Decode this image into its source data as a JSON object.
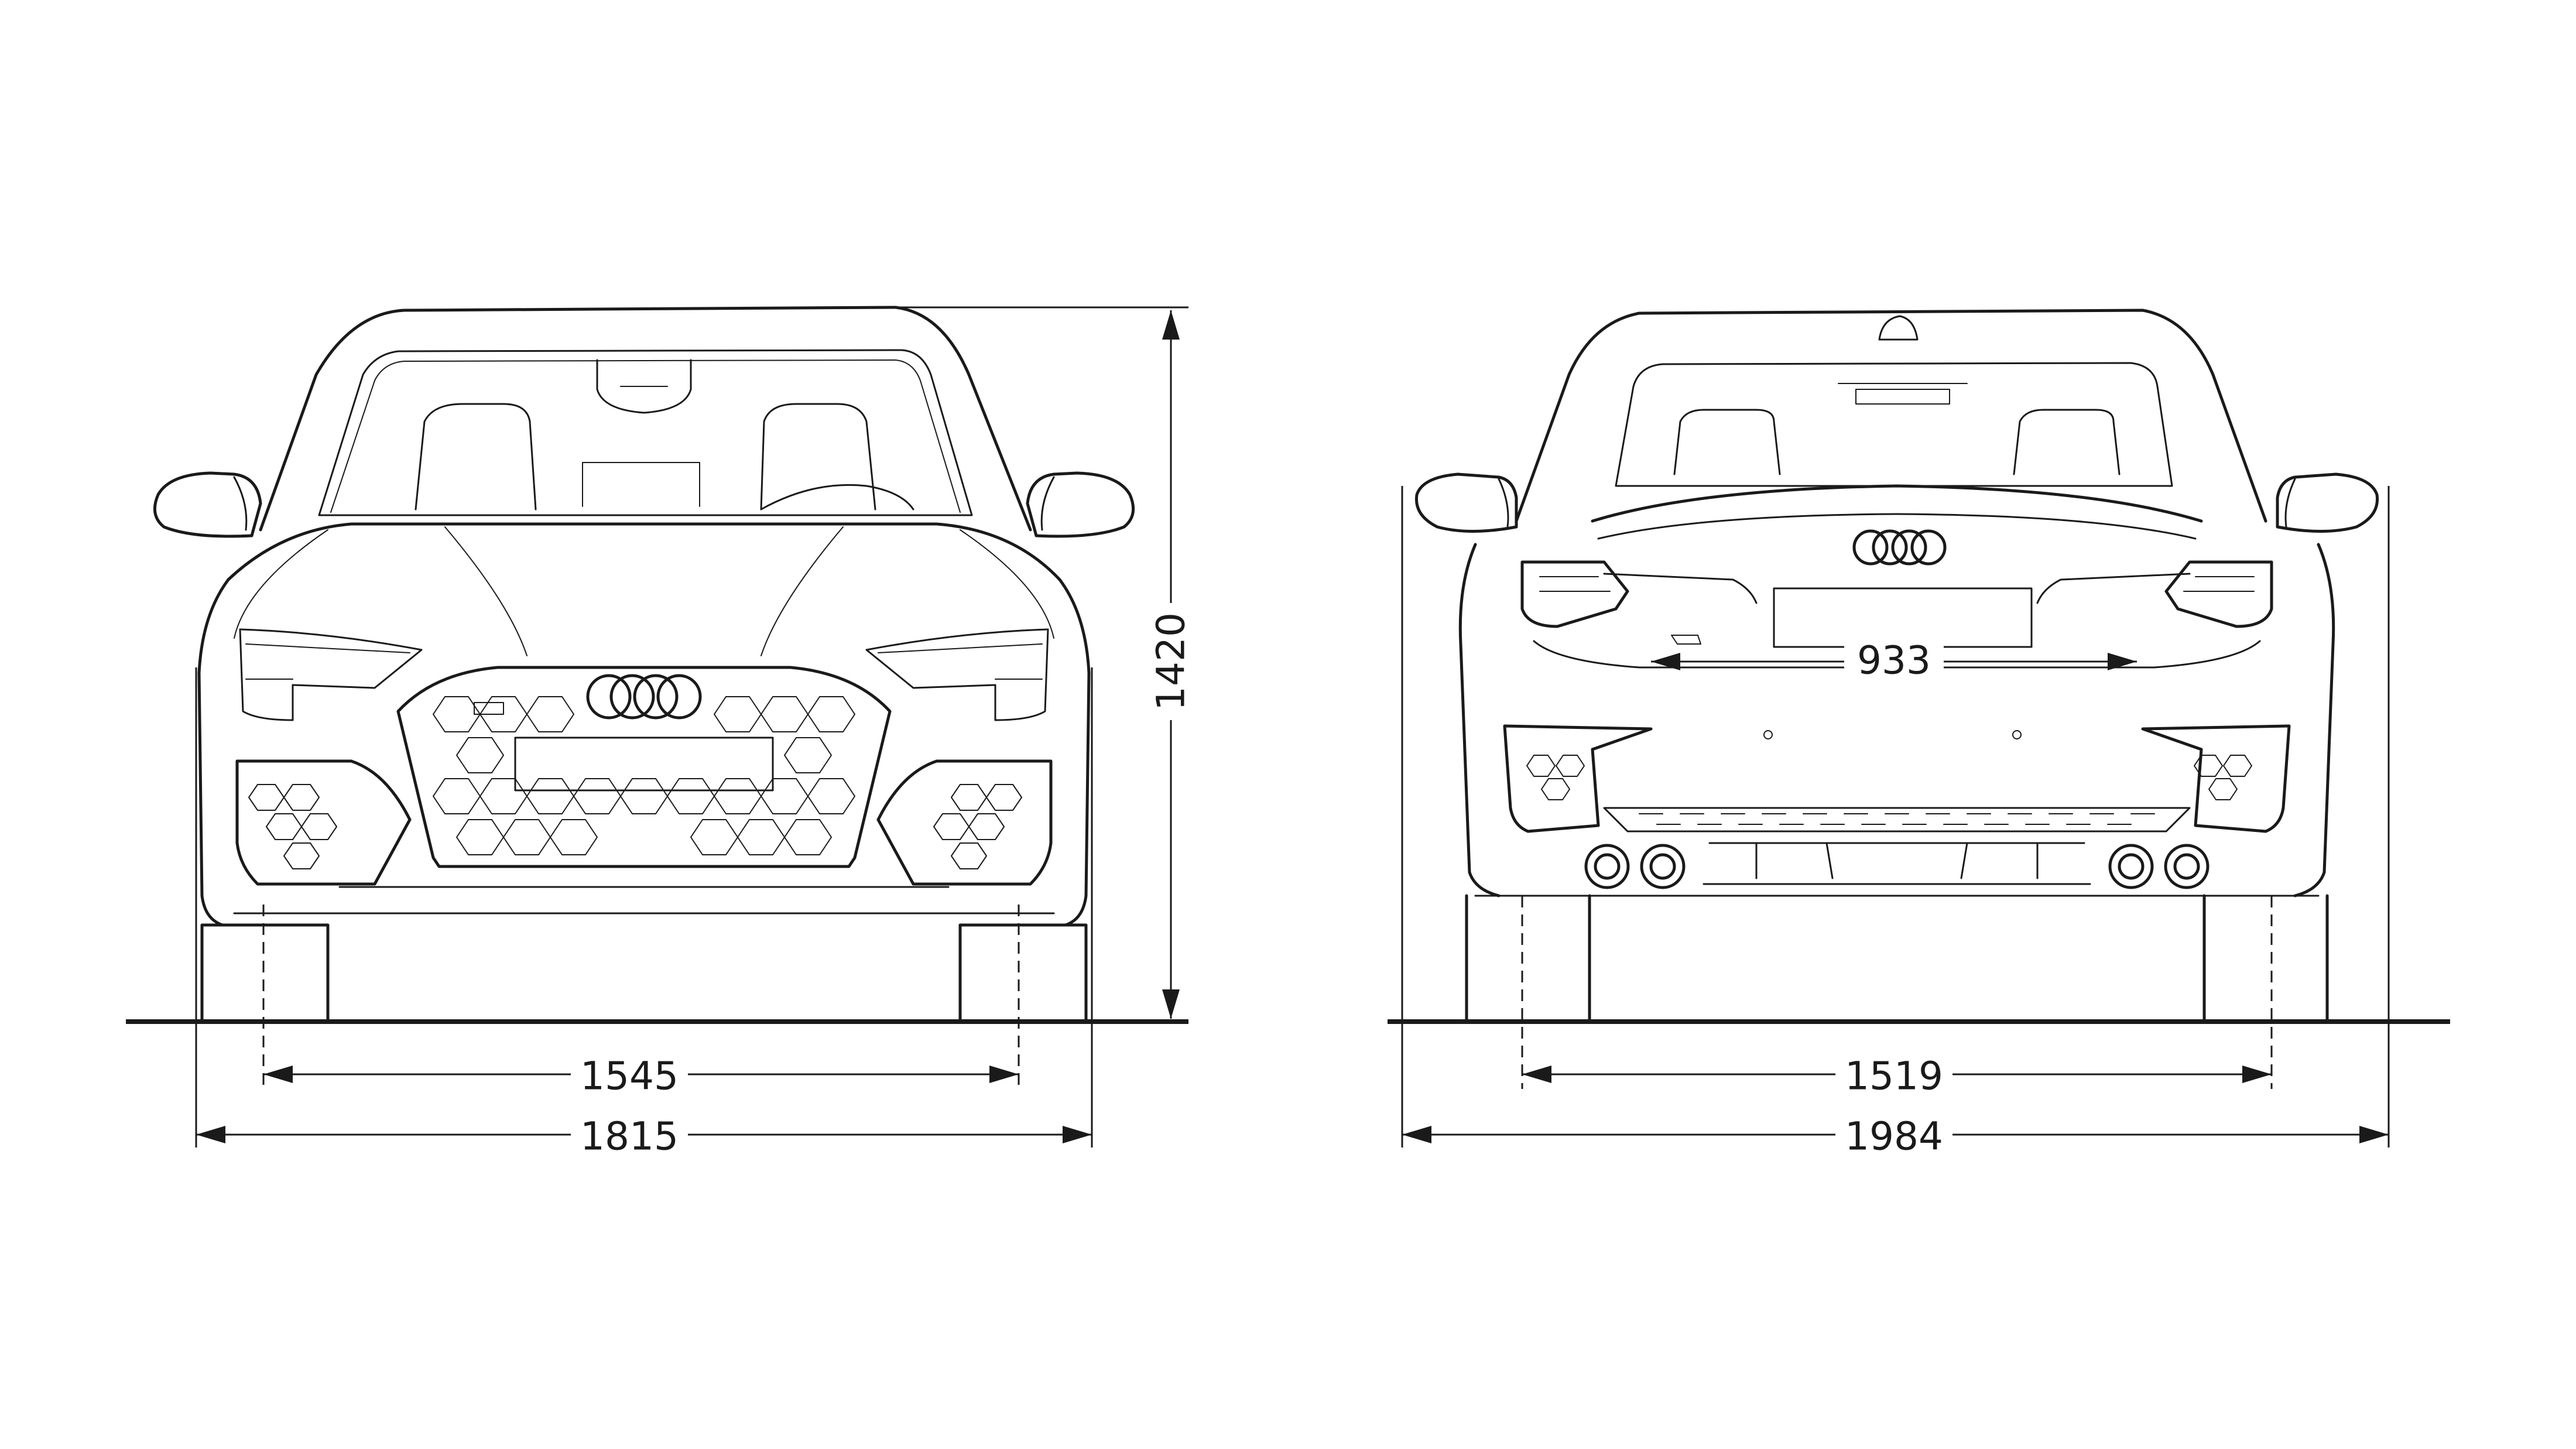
{
  "dimensions": {
    "height": "1420",
    "front_track": "1545",
    "width_body": "1815",
    "trunk_opening": "933",
    "rear_track": "1519",
    "width_mirrors": "1984"
  },
  "colors": {
    "line": "#1a1a1a",
    "background": "#ffffff"
  }
}
